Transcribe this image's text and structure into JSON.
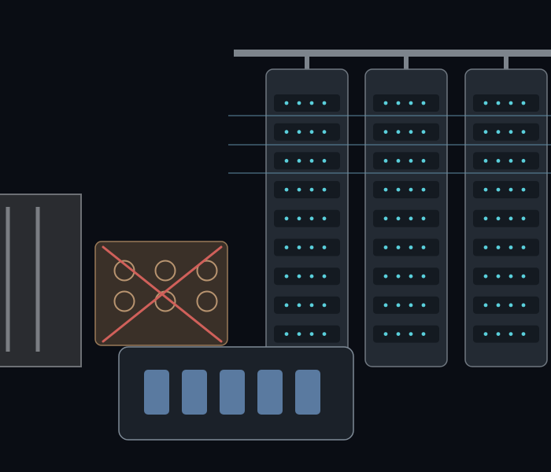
{
  "colors": {
    "background": "#0a0d14",
    "pipe": "#7d848c",
    "rack_fill": "#232a33",
    "rack_stroke": "#6f7780",
    "slot_fill": "#141a21",
    "led": "#5ad0dc",
    "guide_line": "#5f8ca4",
    "cabinet_fill": "#2a2c30",
    "cabinet_stroke": "#6d7075",
    "cabinet_bar": "#7b7e83",
    "failed_fill": "#3a3028",
    "failed_stroke": "#9a7a58",
    "failed_circle": "#b89470",
    "failed_cross": "#d0605a",
    "tray_fill": "#1b2129",
    "tray_stroke": "#7e8a96",
    "tray_block": "#5a7aa0"
  },
  "icons": {
    "server_rack": "server-rack-icon",
    "failed_unit": "failed-unit-icon",
    "cross_mark": "cross-mark-icon",
    "storage_cabinet": "storage-cabinet-icon",
    "drive_tray": "drive-tray-icon"
  },
  "diagram": {
    "rack_count": 3,
    "slots_per_rack": 9,
    "leds_per_slot": 4,
    "guide_line_count": 3,
    "cabinet_bar_count": 2,
    "failed_unit_circles": 6,
    "failed_unit_crossed": true,
    "drive_tray_blocks": 5
  }
}
